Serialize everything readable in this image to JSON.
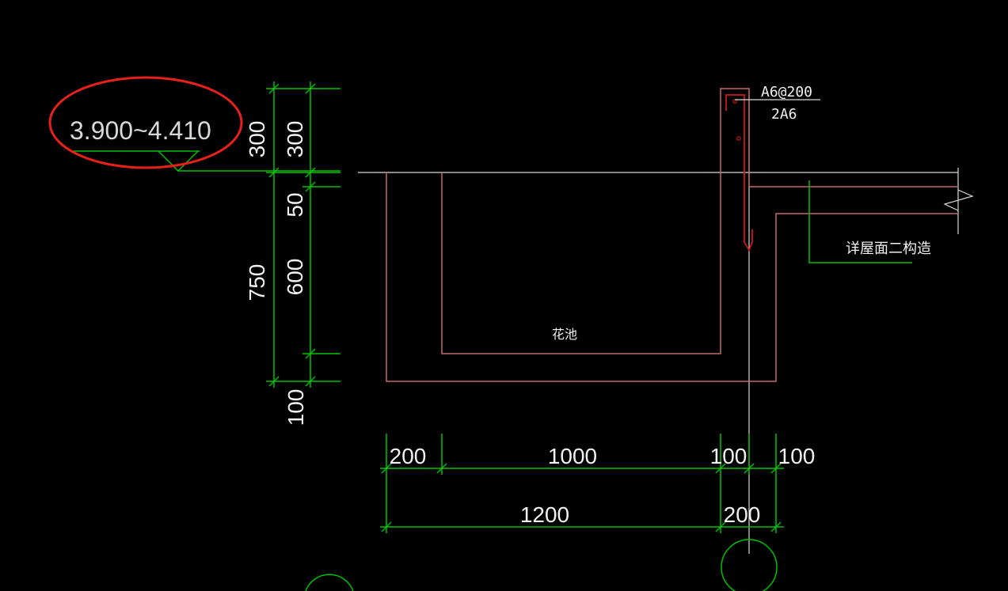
{
  "elevation": {
    "text": "3.900~4.410"
  },
  "vertical_dims": {
    "outer": [
      "300",
      "750",
      "100"
    ],
    "inner": [
      "300",
      "50",
      "600"
    ]
  },
  "horizontal_dims": {
    "row1": [
      "200",
      "1000",
      "100",
      "100"
    ],
    "row2": [
      "1200",
      "200"
    ]
  },
  "labels": {
    "rebar_top": "A6@200",
    "rebar_bottom": "2A6",
    "roof_note": "详屋面二构造",
    "planter": "花池"
  },
  "colors": {
    "background": "#000000",
    "dimension": "#00c000",
    "outline": "#c06a6a",
    "rebar": "#c81a1a",
    "highlight": "#e8201c"
  }
}
